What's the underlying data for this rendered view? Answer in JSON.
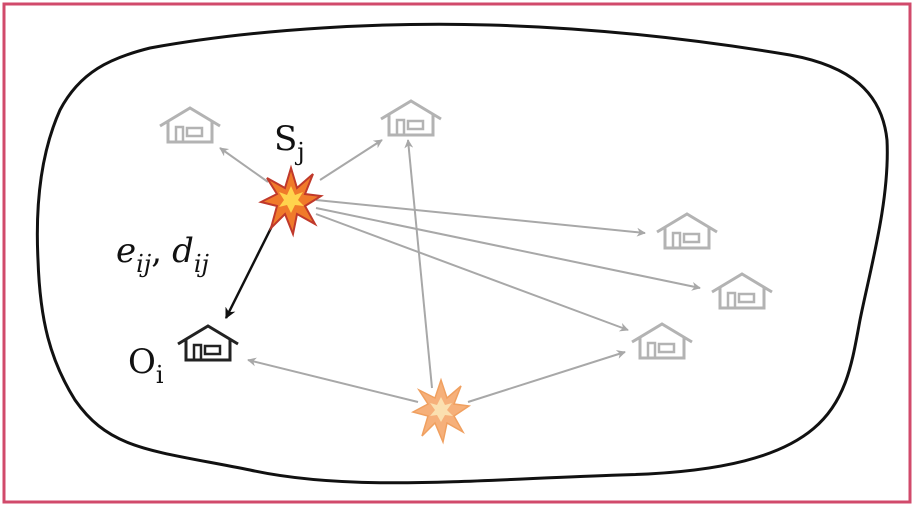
{
  "labels": {
    "source": "S",
    "source_sub": "j",
    "origin": "O",
    "origin_sub": "i",
    "edge_e": "e",
    "edge_e_sub": "ij",
    "edge_sep": ",",
    "edge_d": "d",
    "edge_d_sub": "ij"
  },
  "colors": {
    "frame": "#d14a6b",
    "region_outline": "#111111",
    "arrow_active": "#111111",
    "arrow_inactive": "#a8a8a8",
    "house_active": "#222222",
    "house_inactive": "#b3b3b3",
    "source_active_fill": "#f07a2a",
    "source_active_core": "#ffd34d",
    "source_active_edge": "#c0392b",
    "source_faded_fill": "#f6b07a",
    "source_faded_core": "#fbe0b0"
  },
  "icons": {
    "house": "house-icon",
    "source": "explosion-icon"
  }
}
